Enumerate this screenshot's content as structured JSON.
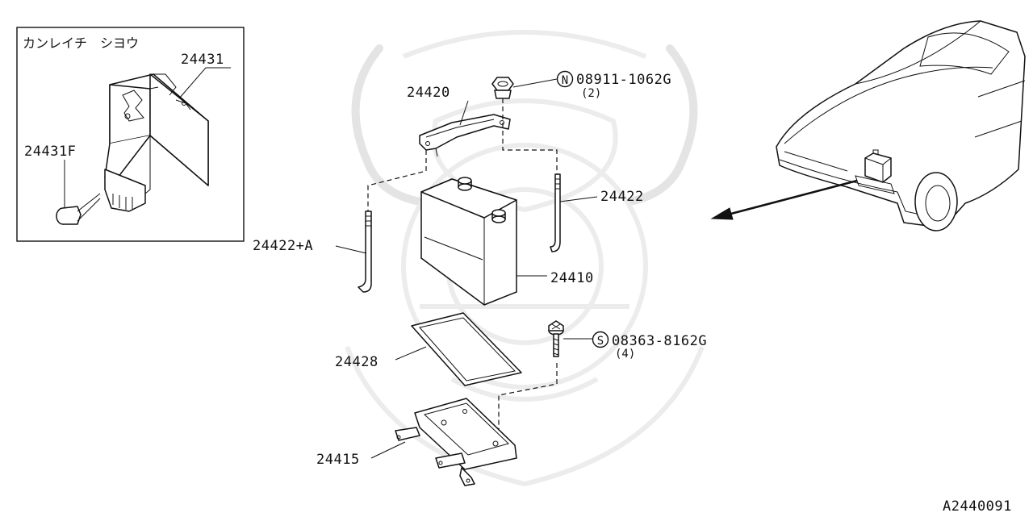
{
  "inset": {
    "title": "カンレイチ　シヨウ",
    "parts": [
      "24431",
      "24431F"
    ]
  },
  "parts": {
    "clamp_nut": {
      "symbol": "N",
      "number": "08911-1062G",
      "qty": "(2)"
    },
    "bracket": "24420",
    "rod_right": "24422",
    "rod_left": "24422+A",
    "battery": "24410",
    "tray_pad": "24428",
    "bolt": {
      "symbol": "S",
      "number": "08363-8162G",
      "qty": "(4)"
    },
    "battery_support": "24415"
  },
  "diagram_code": "A2440091"
}
